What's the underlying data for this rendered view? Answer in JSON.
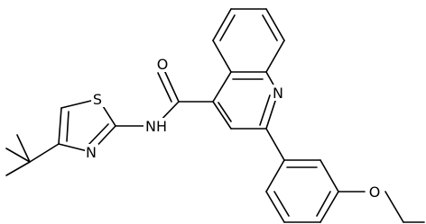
{
  "molecule": {
    "atoms": [
      {
        "id": "O1",
        "label": "O"
      },
      {
        "id": "N1",
        "label": "NH"
      },
      {
        "id": "S1",
        "label": "S"
      },
      {
        "id": "N2",
        "label": "N"
      },
      {
        "id": "N3",
        "label": "N"
      },
      {
        "id": "O2",
        "label": "O"
      }
    ],
    "colors": {
      "bond": "#000000",
      "text": "#000000",
      "background": "#ffffff"
    }
  }
}
